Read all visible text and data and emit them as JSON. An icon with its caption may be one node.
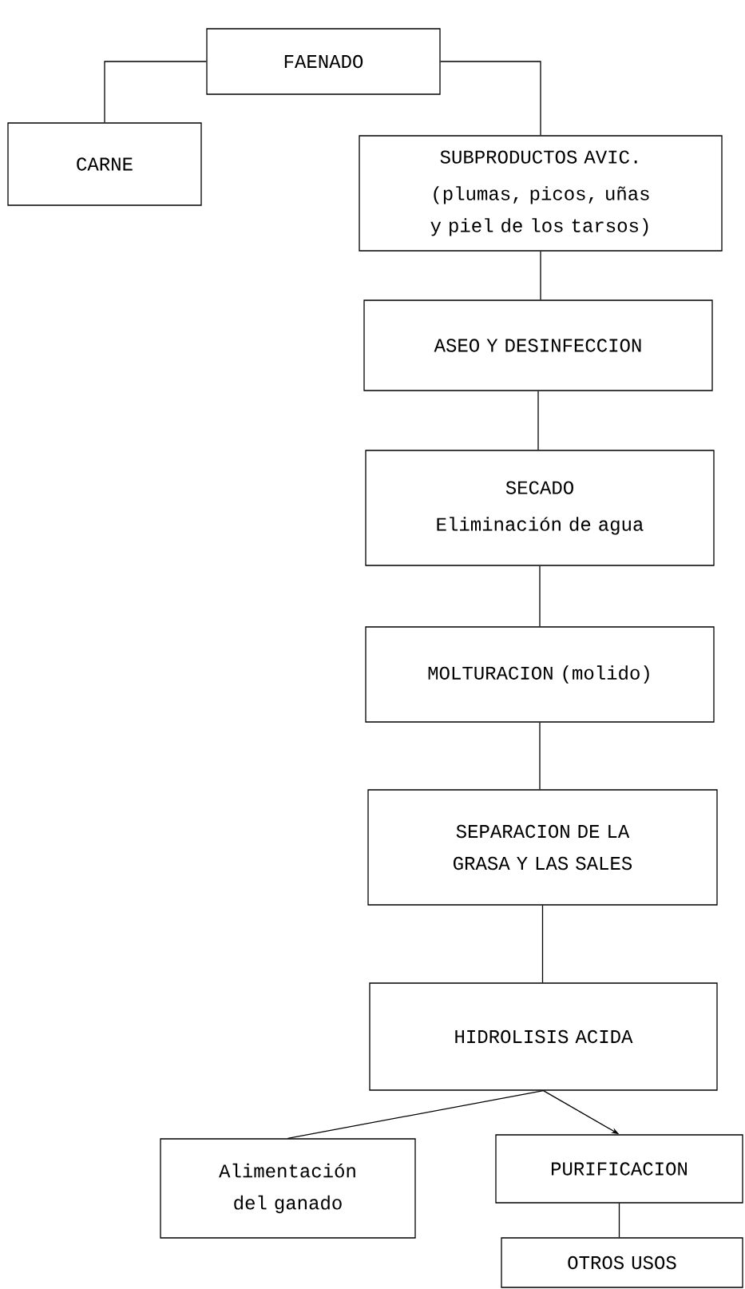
{
  "diagram": {
    "nodes": [
      {
        "text": [
          "FAENADO"
        ]
      },
      {
        "text": [
          "CARNE"
        ]
      },
      {
        "text": [
          "SUBPRODUCTOS AVIC.",
          "(plumas, picos, uñas y piel de los tarsos)"
        ]
      },
      {
        "text": [
          "ASEO Y DESINFECCION"
        ]
      },
      {
        "text": [
          "SECADO",
          "Eliminación de agua"
        ]
      },
      {
        "text": [
          "MOLTURACION (molido)"
        ]
      },
      {
        "text": [
          "SEPARACION DE LA GRASA Y LAS SALES"
        ]
      },
      {
        "text": [
          "HIDROLISIS ACIDA"
        ]
      },
      {
        "text": [
          "Alimentación del ganado"
        ]
      },
      {
        "text": [
          "PURIFICACION"
        ]
      },
      {
        "text": [
          "OTROS USOS"
        ]
      }
    ],
    "edges": [
      {
        "from": 0,
        "to": 1,
        "arrow": "none"
      },
      {
        "from": 0,
        "to": 2,
        "arrow": "none"
      },
      {
        "from": 2,
        "to": 3,
        "arrow": "none"
      },
      {
        "from": 3,
        "to": 4,
        "arrow": "none"
      },
      {
        "from": 4,
        "to": 5,
        "arrow": "none"
      },
      {
        "from": 5,
        "to": 6,
        "arrow": "none"
      },
      {
        "from": 6,
        "to": 7,
        "arrow": "none"
      },
      {
        "from": 7,
        "to": 8,
        "arrow": "none"
      },
      {
        "from": 7,
        "to": 9,
        "arrow": "to"
      },
      {
        "from": 9,
        "to": 10,
        "arrow": "none"
      }
    ]
  }
}
